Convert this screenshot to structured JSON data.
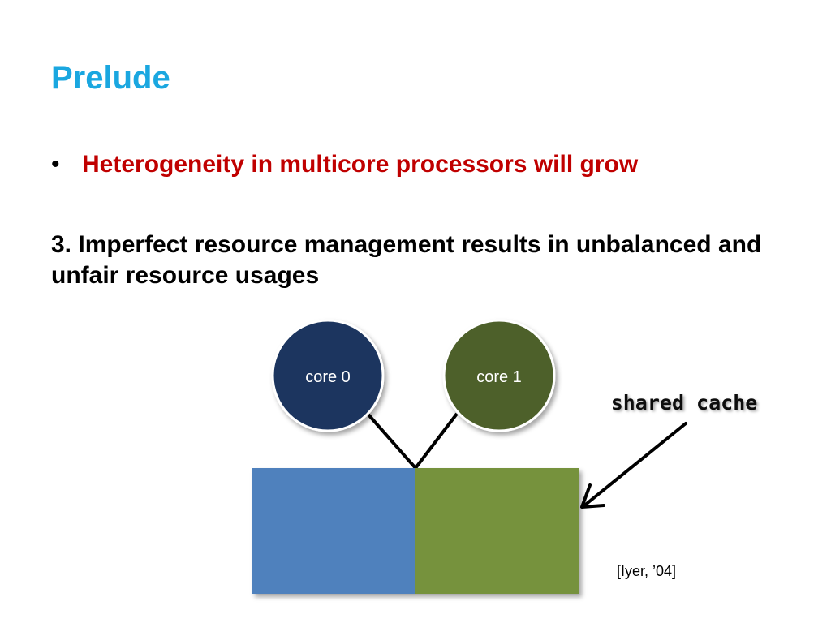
{
  "slide": {
    "title": "Prelude",
    "bullet": "Heterogeneity in multicore processors will grow",
    "point": "3. Imperfect resource management results in unbalanced and unfair resource usages",
    "citation": "[Iyer, ’04]"
  },
  "diagram": {
    "cores": [
      {
        "label": "core 0",
        "color": "#1b365e"
      },
      {
        "label": "core 1",
        "color": "#4d612b"
      }
    ],
    "cache": {
      "callout": "shared cache",
      "partitions": [
        {
          "owner": "core 0",
          "color": "#4f81bd"
        },
        {
          "owner": "core 1",
          "color": "#76923c"
        }
      ]
    }
  }
}
